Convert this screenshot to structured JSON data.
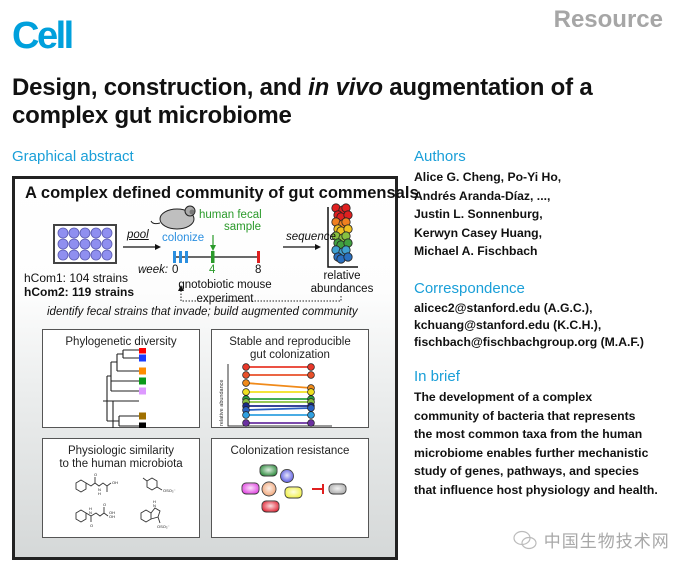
{
  "header": {
    "journal": "Cell",
    "article_type": "Resource",
    "title_part1": "Design, construction, and ",
    "title_italic": "in vivo",
    "title_part2": " augmentation of a complex gut microbiome"
  },
  "graphical_abstract": {
    "label": "Graphical abstract",
    "heading": "A complex defined community of gut commensals",
    "strain_line1": "hCom1: 104 strains",
    "strain_line2": "hCom2: 119 strains",
    "pool_label": "pool",
    "colonize_label": "colonize",
    "fecal_label_line1": "human fecal",
    "fecal_label_line2": "sample",
    "week_label": "week:",
    "weeks": [
      "0",
      "4",
      "8"
    ],
    "sequence_label": "sequence",
    "experiment_line1": "gnotobiotic mouse",
    "experiment_line2": "experiment",
    "abundance_line1": "relative",
    "abundance_line2": "abundances",
    "feedback_label": "identify fecal strains that invade; build augmented community",
    "colors": {
      "colonize": "#2b8fe0",
      "fecal": "#2a9a2a",
      "endpoint": "#e02020",
      "plate_well": "#8f8ff0"
    },
    "panels": [
      {
        "title_line1": "Phylogenetic diversity",
        "title_line2": "",
        "leaf_colors": [
          "#ff0000",
          "#1a3cff",
          "#ff8c00",
          "#0a9a1a",
          "#dd99ff",
          "#a07000",
          "#000000"
        ]
      },
      {
        "title_line1": "Stable and reproducible",
        "title_line2": "gut colonization",
        "y_axis_label": "relative abundance",
        "series_colors": [
          "#e8382a",
          "#e8502a",
          "#f08a1a",
          "#f0e020",
          "#2aa040",
          "#88c040",
          "#1a2a8a",
          "#2a60c0",
          "#30a0e0",
          "#6a30a0"
        ]
      },
      {
        "title_line1": "Physiologic similarity",
        "title_line2": "to the human microbiota",
        "molecule_labels": [
          "OH",
          "O",
          "N",
          "H",
          "OSO₃⁻",
          "OH",
          "O",
          "H",
          "N",
          "O",
          "OH",
          "H",
          "N",
          "OSO₃⁻"
        ]
      },
      {
        "title_line1": "Colonization resistance",
        "title_line2": "",
        "bug_colors": [
          "#2a8a3a",
          "#5050e0",
          "#e040e0",
          "#f0a070",
          "#f0f040",
          "#e02030",
          "#aaaaaa"
        ],
        "inhibit_color": "#e02020"
      }
    ]
  },
  "authors": {
    "heading": "Authors",
    "lines": [
      "Alice G. Cheng, Po-Yi Ho,",
      "Andrés Aranda-Díaz, ...,",
      "Justin L. Sonnenburg,",
      "Kerwyn Casey Huang,",
      "Michael A. Fischbach"
    ]
  },
  "correspondence": {
    "heading": "Correspondence",
    "lines": [
      "alicec2@stanford.edu (A.G.C.),",
      "kchuang@stanford.edu (K.C.H.),",
      "fischbach@fischbachgroup.org (M.A.F.)"
    ]
  },
  "in_brief": {
    "heading": "In brief",
    "lines": [
      "The development of a complex",
      "community of bacteria that represents",
      "the most common taxa from the human",
      "microbiome enables further mechanistic",
      "study of genes, pathways, and species",
      "that influence host physiology and health."
    ]
  },
  "watermark": "中国生物技术网"
}
